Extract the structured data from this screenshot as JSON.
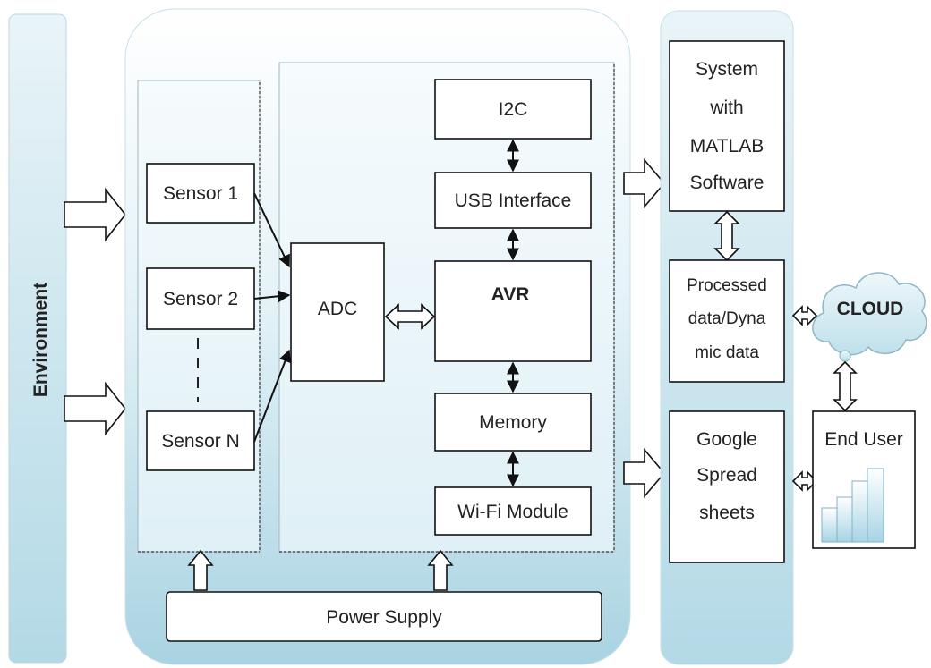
{
  "environment": {
    "label": "Environment"
  },
  "sensors": {
    "s1": "Sensor 1",
    "s2": "Sensor 2",
    "sn": "Sensor N"
  },
  "adc": {
    "label": "ADC"
  },
  "controller": {
    "i2c": "I2C",
    "usb": "USB Interface",
    "avr": "AVR",
    "memory": "Memory",
    "wifi": "Wi-Fi Module"
  },
  "power": {
    "label": "Power Supply"
  },
  "matlab": {
    "lines": [
      "System",
      "with",
      "MATLAB",
      "Software"
    ]
  },
  "processed": {
    "lines": [
      "Processed",
      "data/Dyna",
      "mic data"
    ]
  },
  "google": {
    "lines": [
      "Google",
      "Spread",
      "sheets"
    ]
  },
  "cloud": {
    "label": "CLOUD"
  },
  "enduser": {
    "label": "End User"
  },
  "colors": {
    "panel_top": "#d8ecf3",
    "panel_bottom": "#a9d3e2",
    "cloud": "#cfe6ef"
  }
}
